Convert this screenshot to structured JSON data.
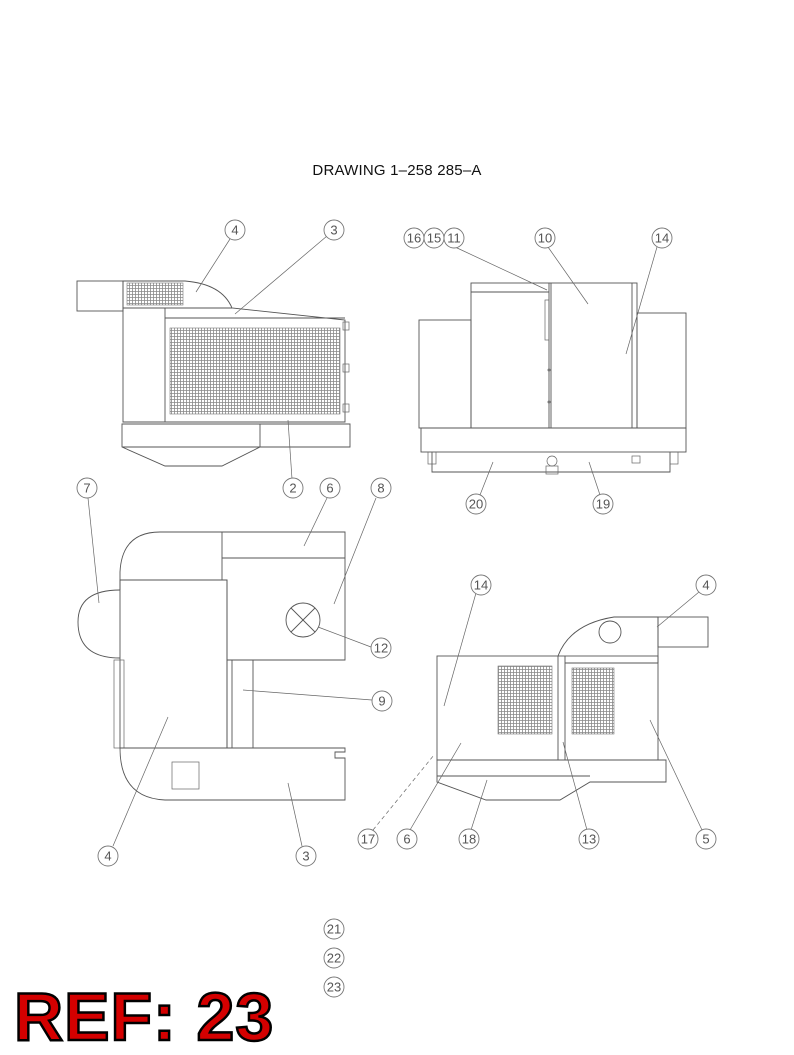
{
  "drawing": {
    "title": "DRAWING  1–258 285–A",
    "ref_label": "REF: 23"
  },
  "balloons": [
    {
      "id": "b-top-left-4",
      "label": "4"
    },
    {
      "id": "b-top-left-3",
      "label": "3"
    },
    {
      "id": "b-top-left-2",
      "label": "2"
    },
    {
      "id": "b-top-right-16",
      "label": "16"
    },
    {
      "id": "b-top-right-15",
      "label": "15"
    },
    {
      "id": "b-top-right-11",
      "label": "11"
    },
    {
      "id": "b-top-right-10",
      "label": "10"
    },
    {
      "id": "b-top-right-14",
      "label": "14"
    },
    {
      "id": "b-top-right-20",
      "label": "20"
    },
    {
      "id": "b-top-right-19",
      "label": "19"
    },
    {
      "id": "b-bl-7",
      "label": "7"
    },
    {
      "id": "b-bl-6",
      "label": "6"
    },
    {
      "id": "b-bl-8",
      "label": "8"
    },
    {
      "id": "b-bl-12",
      "label": "12"
    },
    {
      "id": "b-bl-9",
      "label": "9"
    },
    {
      "id": "b-bl-4",
      "label": "4"
    },
    {
      "id": "b-bl-3",
      "label": "3"
    },
    {
      "id": "b-br-14",
      "label": "14"
    },
    {
      "id": "b-br-4",
      "label": "4"
    },
    {
      "id": "b-br-17",
      "label": "17"
    },
    {
      "id": "b-br-6",
      "label": "6"
    },
    {
      "id": "b-br-18",
      "label": "18"
    },
    {
      "id": "b-br-13",
      "label": "13"
    },
    {
      "id": "b-br-5",
      "label": "5"
    },
    {
      "id": "b-extra-21",
      "label": "21"
    },
    {
      "id": "b-extra-22",
      "label": "22"
    },
    {
      "id": "b-extra-23",
      "label": "23"
    }
  ]
}
